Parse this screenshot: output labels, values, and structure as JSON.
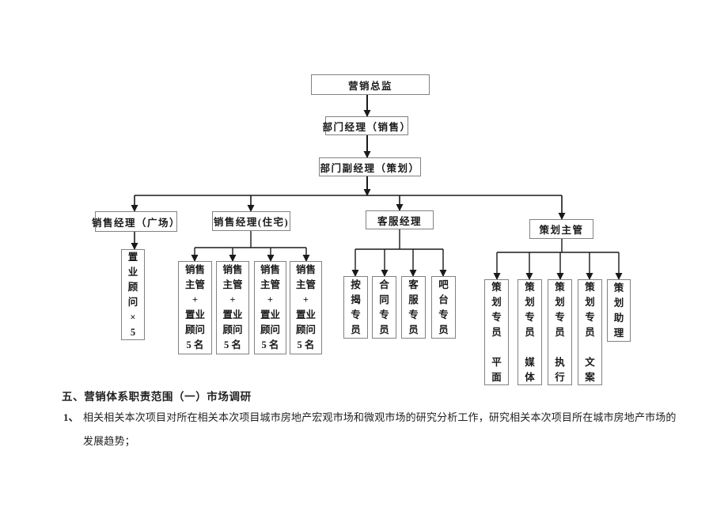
{
  "colors": {
    "connector": "#1a1a1a",
    "box_border": "#828282",
    "text": "#1a1a1a",
    "background": "#ffffff"
  },
  "org_chart": {
    "director": "营销总监",
    "dept_manager_sales": "部门经理（销售）",
    "deputy_manager_planning": "部门副经理（策划）",
    "sales_manager_plaza": "销售经理（广场）",
    "sales_manager_residential": "销售经理(住宅)",
    "customer_service_manager": "客服经理",
    "planning_supervisor": "策划主管",
    "plaza_team": "置\n业\n顾\n问\n×\n5",
    "residential_team": [
      "销售\n主管\n+\n置业\n顾问\n5 名",
      "销售\n主管\n+\n置业\n顾问\n5 名",
      "销售\n主管\n+\n置业\n顾问\n5 名",
      "销售\n主管\n+\n置业\n顾问\n5 名"
    ],
    "service_team": [
      "按\n揭\n专\n员",
      "合\n同\n专\n员",
      "客\n服\n专\n员",
      "吧\n台\n专\n员"
    ],
    "planning_team": [
      "策\n划\n专\n员\n\n平\n面",
      "策\n划\n专\n员\n\n媒\n体",
      "策\n划\n专\n员\n\n执\n行",
      "策\n划\n专\n员\n\n文\n案",
      "策\n划\n助\n理"
    ]
  },
  "notes": {
    "heading": "五、营销体系职责范围（一）市场调研",
    "item_number": "1、",
    "item_text_line1": "相关相关本次项目对所在相关本次项目城市房地产宏观市场和微观市场的研究分析工作，研究相关本次项目所在城市房地产市场的",
    "item_text_line2": "发展趋势；"
  }
}
